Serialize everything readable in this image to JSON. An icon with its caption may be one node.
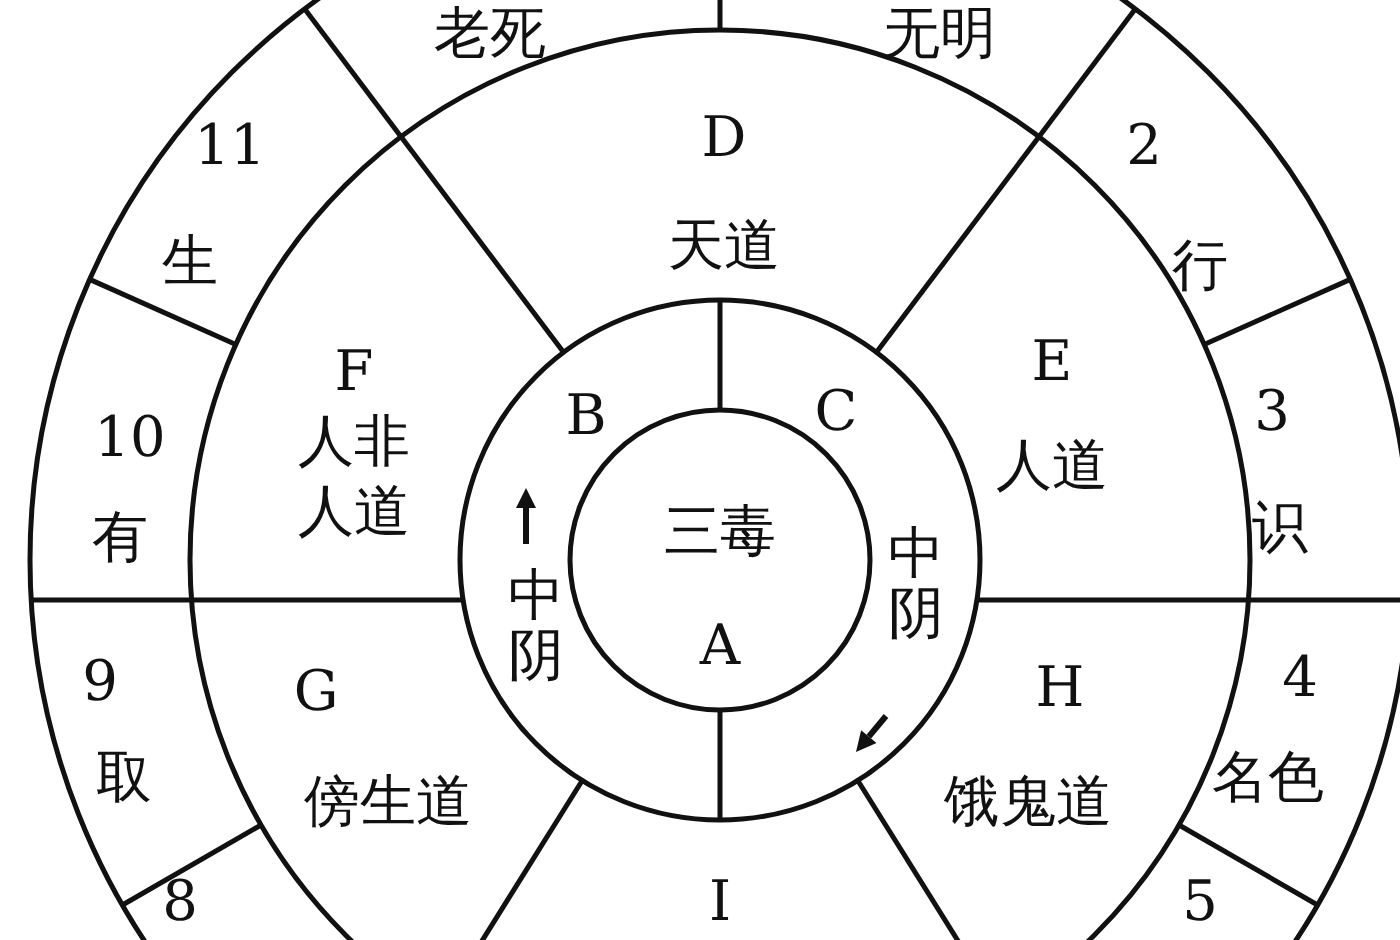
{
  "diagram": {
    "nodes": [
      {
        "text": [
          "老死"
        ]
      },
      {
        "text": [
          "无明"
        ]
      },
      {
        "text": [
          "11",
          "生"
        ]
      },
      {
        "text": [
          "D",
          "天道"
        ]
      },
      {
        "text": [
          "2",
          "行"
        ]
      },
      {
        "text": [
          "F",
          "人非人道"
        ]
      },
      {
        "text": [
          "B",
          "中阴"
        ]
      },
      {
        "text": [
          "C",
          "中阴"
        ]
      },
      {
        "text": [
          "三毒",
          "A"
        ]
      },
      {
        "text": [
          "E",
          "人道"
        ]
      },
      {
        "text": [
          "10",
          "有"
        ]
      },
      {
        "text": [
          "3",
          "识"
        ]
      },
      {
        "text": [
          "9",
          "取"
        ]
      },
      {
        "text": [
          "G",
          "傍生道"
        ]
      },
      {
        "text": [
          "H",
          "饿鬼道"
        ]
      },
      {
        "text": [
          "4",
          "名色"
        ]
      },
      {
        "text": [
          "8"
        ]
      },
      {
        "text": [
          "I"
        ]
      },
      {
        "text": [
          "5"
        ]
      }
    ]
  }
}
